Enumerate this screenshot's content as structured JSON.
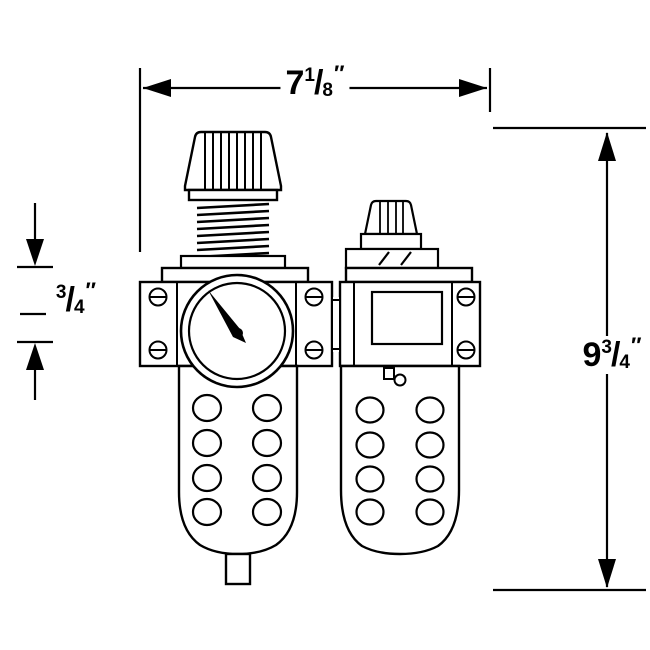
{
  "diagram": {
    "kind": "dimensional-technical-drawing",
    "subject": "filter-regulator-lubricator unit",
    "colors": {
      "line": "#000000",
      "background": "#ffffff"
    }
  },
  "dimensions": {
    "width": {
      "whole": "7",
      "numerator": "1",
      "denominator": "8",
      "unit": "″"
    },
    "height": {
      "whole": "9",
      "numerator": "3",
      "denominator": "4",
      "unit": "″"
    },
    "port": {
      "whole": "",
      "numerator": "3",
      "denominator": "4",
      "unit": "″"
    }
  }
}
